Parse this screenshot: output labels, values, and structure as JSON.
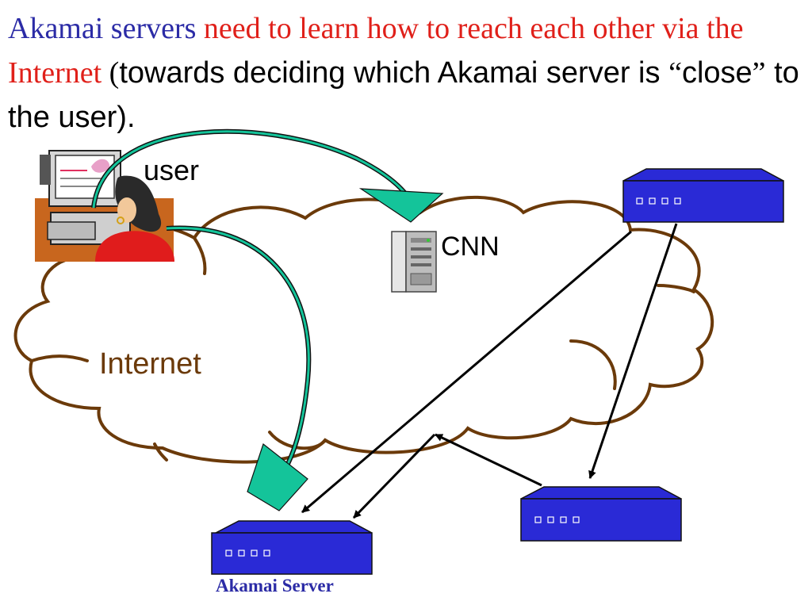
{
  "title": {
    "part1": "Akamai servers ",
    "part2": "need to learn how to reach each other via the Internet ",
    "part3_paren": "(",
    "part3": "towards deciding which Akamai server is ",
    "quote_open": "“",
    "quote_word": "close",
    "quote_close": "”",
    "part4": " to the user)."
  },
  "labels": {
    "internet": "Internet",
    "user": "user",
    "cnn": "CNN",
    "akamai_server": "Akamai Server"
  },
  "colors": {
    "title_blue": "#2b2ba6",
    "title_red": "#e0201a",
    "cloud_outline": "#6b3a0a",
    "server_fill": "#2a2ad6",
    "curve_arrow": "#14c49a",
    "arrow": "#000000"
  },
  "icons": {
    "user": "user-at-computer-icon",
    "cnn": "server-tower-icon",
    "akamai": "network-server-box-icon"
  }
}
